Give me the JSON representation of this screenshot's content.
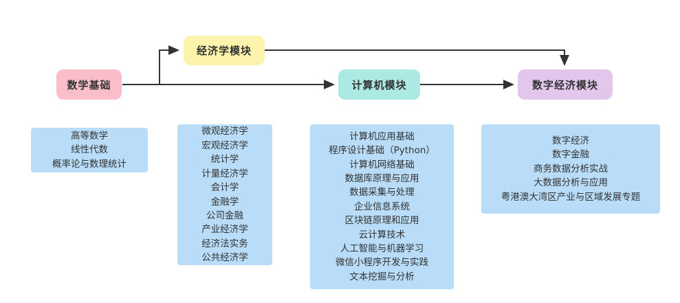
{
  "diagram": {
    "nodes": {
      "math": {
        "label": "数学基础",
        "color": "#F9BEC9"
      },
      "econ": {
        "label": "经济学模块",
        "color": "#FCF3AC"
      },
      "cs": {
        "label": "计算机模块",
        "color": "#ACE9E3"
      },
      "digital": {
        "label": "数字经济模块",
        "color": "#E3C6EB"
      }
    },
    "course_lists": {
      "math": [
        "高等数学",
        "线性代数",
        "概率论与数理统计"
      ],
      "econ": [
        "微观经济学",
        "宏观经济学",
        "统计学",
        "计量经济学",
        "会计学",
        "金融学",
        "公司金融",
        "产业经济学",
        "经济法实务",
        "公共经济学"
      ],
      "cs": [
        "计算机应用基础",
        "程序设计基础（Python）",
        "计算机网络基础",
        "数据库原理与应用",
        "数据采集与处理",
        "企业信息系统",
        "区块链原理和应用",
        "云计算技术",
        "人工智能与机器学习",
        "微信小程序开发与实践",
        "文本挖掘与分析"
      ],
      "digital": [
        "数字经济",
        "数字金融",
        "商务数据分析实战",
        "大数据分析与应用",
        "粤港澳大湾区产业与区域发展专题"
      ]
    },
    "colors": {
      "list_bg": "#B9DDF8",
      "arrow": "#333333",
      "text": "#333333"
    }
  }
}
